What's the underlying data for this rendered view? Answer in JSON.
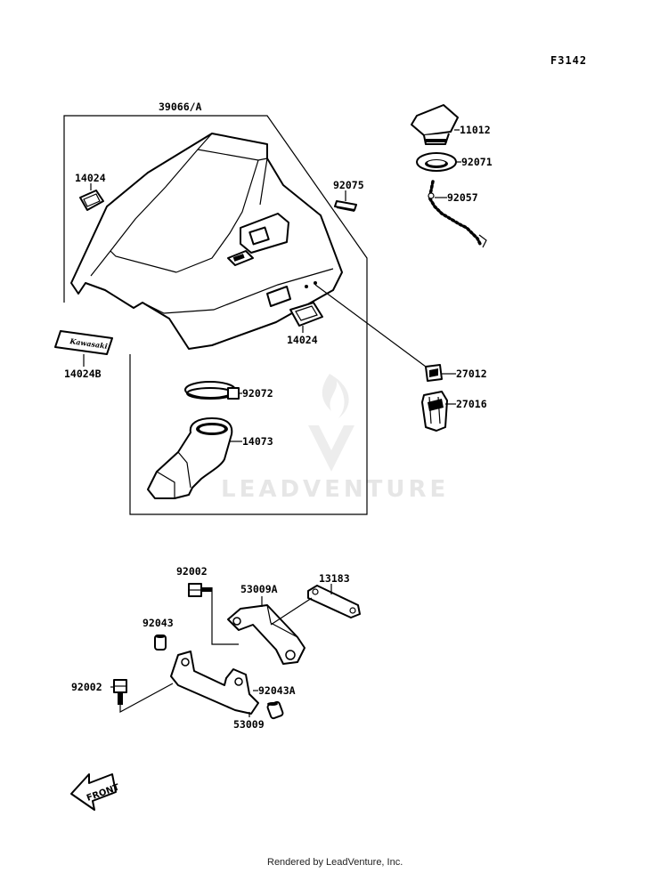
{
  "figure_code": "F3142",
  "watermark": "LEADVENTURE",
  "footer": "Rendered by LeadVenture, Inc.",
  "parts": {
    "p39066A": "39066/A",
    "p14024_left": "14024",
    "p14024_bottom": "14024",
    "p14024B": "14024B",
    "p92075": "92075",
    "p11012": "11012",
    "p92071": "92071",
    "p92057": "92057",
    "p27012": "27012",
    "p27016": "27016",
    "p92072": "92072",
    "p14073": "14073",
    "p92002_top": "92002",
    "p53009A": "53009A",
    "p13183": "13183",
    "p92043": "92043",
    "p92002_bottom": "92002",
    "p92043A": "92043A",
    "p53009": "53009"
  },
  "emblem_text": "Kawasaki",
  "front_arrow": "FRONT"
}
